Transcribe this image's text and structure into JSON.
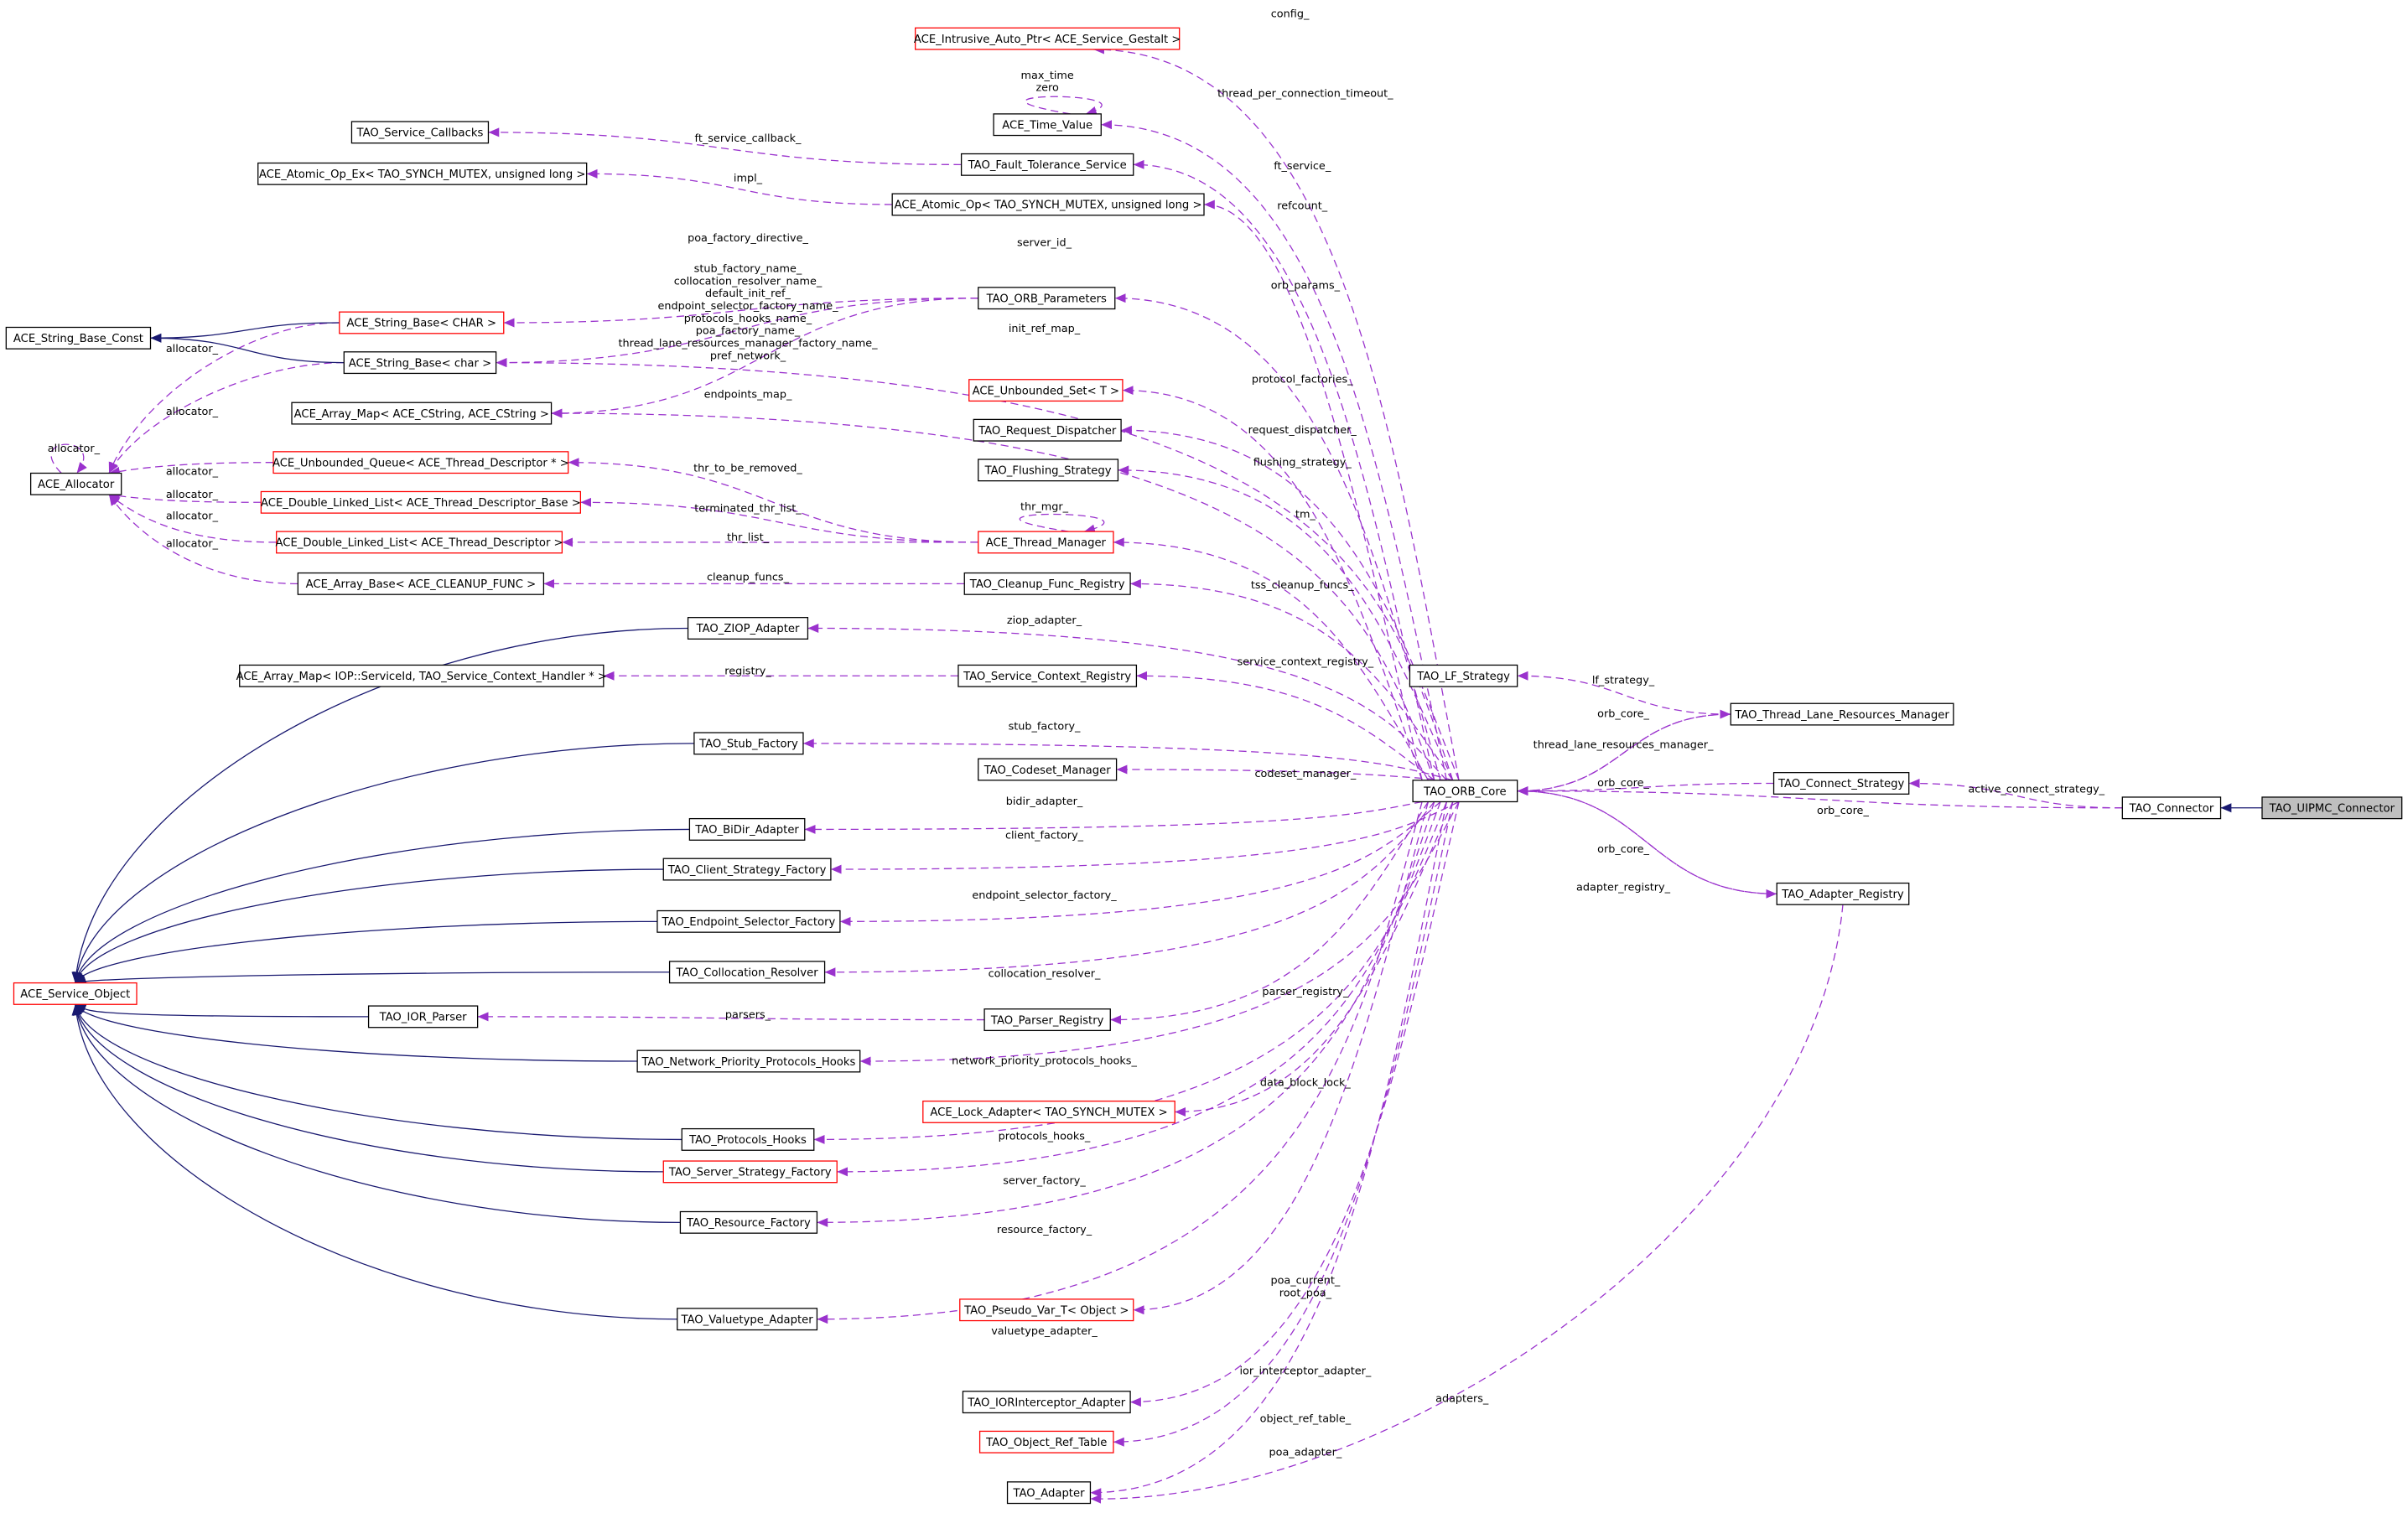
{
  "colors": {
    "usage_edge": "#9a32cd",
    "inheritance_edge": "#191970",
    "template_border": "#ff0000",
    "focus_fill": "#bfbfbf"
  },
  "nodes": {
    "intrusive": {
      "label": "ACE_Intrusive_Auto_Ptr< ACE_Service_Gestalt >",
      "border": "red"
    },
    "timeval": {
      "label": "ACE_Time_Value",
      "border": "black"
    },
    "svccb": {
      "label": "TAO_Service_Callbacks",
      "border": "black"
    },
    "ftsvc": {
      "label": "TAO_Fault_Tolerance_Service",
      "border": "black"
    },
    "atomicex": {
      "label": "ACE_Atomic_Op_Ex< TAO_SYNCH_MUTEX, unsigned long >",
      "border": "black"
    },
    "atomic": {
      "label": "ACE_Atomic_Op< TAO_SYNCH_MUTEX, unsigned long >",
      "border": "black"
    },
    "orbparams": {
      "label": "TAO_ORB_Parameters",
      "border": "black"
    },
    "strCHAR": {
      "label": "ACE_String_Base< CHAR >",
      "border": "red"
    },
    "strconst": {
      "label": "ACE_String_Base_Const",
      "border": "black"
    },
    "strchar": {
      "label": "ACE_String_Base< char >",
      "border": "black"
    },
    "uset": {
      "label": "ACE_Unbounded_Set< T >",
      "border": "red"
    },
    "amap": {
      "label": "ACE_Array_Map< ACE_CString, ACE_CString >",
      "border": "black"
    },
    "reqdisp": {
      "label": "TAO_Request_Dispatcher",
      "border": "black"
    },
    "uqueue": {
      "label": "ACE_Unbounded_Queue< ACE_Thread_Descriptor * >",
      "border": "red"
    },
    "flush": {
      "label": "TAO_Flushing_Strategy",
      "border": "black"
    },
    "alloc": {
      "label": "ACE_Allocator",
      "border": "black"
    },
    "dllbase": {
      "label": "ACE_Double_Linked_List< ACE_Thread_Descriptor_Base >",
      "border": "red"
    },
    "thrmgr": {
      "label": "ACE_Thread_Manager",
      "border": "red"
    },
    "dlldesc": {
      "label": "ACE_Double_Linked_List< ACE_Thread_Descriptor >",
      "border": "red"
    },
    "abase": {
      "label": "ACE_Array_Base< ACE_CLEANUP_FUNC >",
      "border": "black"
    },
    "cleanup": {
      "label": "TAO_Cleanup_Func_Registry",
      "border": "black"
    },
    "ziop": {
      "label": "TAO_ZIOP_Adapter",
      "border": "black"
    },
    "amapiop": {
      "label": "ACE_Array_Map< IOP::ServiceId, TAO_Service_Context_Handler * >",
      "border": "black"
    },
    "scr": {
      "label": "TAO_Service_Context_Registry",
      "border": "black"
    },
    "lf": {
      "label": "TAO_LF_Strategy",
      "border": "black"
    },
    "tlrm": {
      "label": "TAO_Thread_Lane_Resources_Manager",
      "border": "black"
    },
    "stubf": {
      "label": "TAO_Stub_Factory",
      "border": "black"
    },
    "codeset": {
      "label": "TAO_Codeset_Manager",
      "border": "black"
    },
    "core": {
      "label": "TAO_ORB_Core",
      "border": "black"
    },
    "connstrat": {
      "label": "TAO_Connect_Strategy",
      "border": "black"
    },
    "connector": {
      "label": "TAO_Connector",
      "border": "black"
    },
    "uipmc": {
      "label": "TAO_UIPMC_Connector",
      "border": "focus"
    },
    "bidir": {
      "label": "TAO_BiDir_Adapter",
      "border": "black"
    },
    "csf": {
      "label": "TAO_Client_Strategy_Factory",
      "border": "black"
    },
    "adreg": {
      "label": "TAO_Adapter_Registry",
      "border": "black"
    },
    "esf": {
      "label": "TAO_Endpoint_Selector_Factory",
      "border": "black"
    },
    "colloc": {
      "label": "TAO_Collocation_Resolver",
      "border": "black"
    },
    "svcobj": {
      "label": "ACE_Service_Object",
      "border": "red"
    },
    "iorp": {
      "label": "TAO_IOR_Parser",
      "border": "black"
    },
    "parsreg": {
      "label": "TAO_Parser_Registry",
      "border": "black"
    },
    "nph": {
      "label": "TAO_Network_Priority_Protocols_Hooks",
      "border": "black"
    },
    "lock": {
      "label": "ACE_Lock_Adapter< TAO_SYNCH_MUTEX >",
      "border": "red"
    },
    "ph": {
      "label": "TAO_Protocols_Hooks",
      "border": "black"
    },
    "ssf": {
      "label": "TAO_Server_Strategy_Factory",
      "border": "red"
    },
    "resf": {
      "label": "TAO_Resource_Factory",
      "border": "black"
    },
    "pseudo": {
      "label": "TAO_Pseudo_Var_T< Object >",
      "border": "red"
    },
    "valt": {
      "label": "TAO_Valuetype_Adapter",
      "border": "black"
    },
    "iori": {
      "label": "TAO_IORInterceptor_Adapter",
      "border": "black"
    },
    "ort": {
      "label": "TAO_Object_Ref_Table",
      "border": "red"
    },
    "adapter": {
      "label": "TAO_Adapter",
      "border": "black"
    }
  },
  "edges": [
    {
      "from": "core",
      "to": "intrusive",
      "kind": "use",
      "labels": [
        "config_"
      ]
    },
    {
      "from": "timeval",
      "to": "timeval",
      "kind": "use",
      "labels": [
        "max_time",
        "zero"
      ]
    },
    {
      "from": "core",
      "to": "timeval",
      "kind": "use",
      "labels": [
        "thread_per_connection_timeout_"
      ]
    },
    {
      "from": "ftsvc",
      "to": "svccb",
      "kind": "use",
      "labels": [
        "ft_service_callback_"
      ]
    },
    {
      "from": "core",
      "to": "ftsvc",
      "kind": "use",
      "labels": [
        "ft_service_"
      ]
    },
    {
      "from": "atomic",
      "to": "atomicex",
      "kind": "use",
      "labels": [
        "impl_"
      ]
    },
    {
      "from": "core",
      "to": "atomic",
      "kind": "use",
      "labels": [
        "refcount_"
      ]
    },
    {
      "from": "orbparams",
      "to": "strCHAR",
      "kind": "use",
      "labels": [
        "poa_factory_directive_"
      ]
    },
    {
      "from": "core",
      "to": "strchar",
      "kind": "use",
      "labels": [
        "server_id_"
      ]
    },
    {
      "from": "orbparams",
      "to": "strchar",
      "kind": "use",
      "labels": [
        "stub_factory_name_",
        "collocation_resolver_name_",
        "default_init_ref_",
        "endpoint_selector_factory_name_",
        "protocols_hooks_name_",
        "poa_factory_name_",
        "thread_lane_resources_manager_factory_name_",
        "pref_network_"
      ]
    },
    {
      "from": "core",
      "to": "orbparams",
      "kind": "use",
      "labels": [
        "orb_params_"
      ]
    },
    {
      "from": "core",
      "to": "amap",
      "kind": "use",
      "labels": [
        "init_ref_map_"
      ]
    },
    {
      "from": "orbparams",
      "to": "amap",
      "kind": "use",
      "labels": [
        "endpoints_map_"
      ]
    },
    {
      "from": "core",
      "to": "uset",
      "kind": "use",
      "labels": [
        "protocol_factories_"
      ]
    },
    {
      "from": "core",
      "to": "reqdisp",
      "kind": "use",
      "labels": [
        "request_dispatcher_"
      ]
    },
    {
      "from": "core",
      "to": "flush",
      "kind": "use",
      "labels": [
        "flushing_strategy_"
      ]
    },
    {
      "from": "strCHAR",
      "to": "alloc",
      "kind": "use",
      "labels": [
        "allocator_"
      ]
    },
    {
      "from": "strchar",
      "to": "alloc",
      "kind": "use",
      "labels": [
        "allocator_"
      ]
    },
    {
      "from": "alloc",
      "to": "alloc",
      "kind": "use",
      "labels": [
        "allocator_"
      ]
    },
    {
      "from": "uqueue",
      "to": "alloc",
      "kind": "use",
      "labels": [
        "allocator_"
      ]
    },
    {
      "from": "dllbase",
      "to": "alloc",
      "kind": "use",
      "labels": [
        "allocator_"
      ]
    },
    {
      "from": "dlldesc",
      "to": "alloc",
      "kind": "use",
      "labels": [
        "allocator_"
      ]
    },
    {
      "from": "abase",
      "to": "alloc",
      "kind": "use",
      "labels": [
        "allocator_"
      ]
    },
    {
      "from": "thrmgr",
      "to": "uqueue",
      "kind": "use",
      "labels": [
        "thr_to_be_removed_"
      ]
    },
    {
      "from": "thrmgr",
      "to": "thrmgr",
      "kind": "use",
      "labels": [
        "thr_mgr_"
      ]
    },
    {
      "from": "thrmgr",
      "to": "dllbase",
      "kind": "use",
      "labels": [
        "terminated_thr_list_"
      ]
    },
    {
      "from": "core",
      "to": "thrmgr",
      "kind": "use",
      "labels": [
        "tm_"
      ]
    },
    {
      "from": "thrmgr",
      "to": "dlldesc",
      "kind": "use",
      "labels": [
        "thr_list_"
      ]
    },
    {
      "from": "cleanup",
      "to": "abase",
      "kind": "use",
      "labels": [
        "cleanup_funcs_"
      ]
    },
    {
      "from": "core",
      "to": "cleanup",
      "kind": "use",
      "labels": [
        "tss_cleanup_funcs_"
      ]
    },
    {
      "from": "core",
      "to": "ziop",
      "kind": "use",
      "labels": [
        "ziop_adapter_"
      ]
    },
    {
      "from": "scr",
      "to": "amapiop",
      "kind": "use",
      "labels": [
        "registry_"
      ]
    },
    {
      "from": "core",
      "to": "scr",
      "kind": "use",
      "labels": [
        "service_context_registry_"
      ]
    },
    {
      "from": "tlrm",
      "to": "lf",
      "kind": "use",
      "labels": [
        "lf_strategy_"
      ]
    },
    {
      "from": "tlrm",
      "to": "core",
      "kind": "use",
      "labels": [
        "orb_core_"
      ]
    },
    {
      "from": "core",
      "to": "tlrm",
      "kind": "use",
      "labels": [
        "thread_lane_resources_manager_"
      ]
    },
    {
      "from": "core",
      "to": "stubf",
      "kind": "use",
      "labels": [
        "stub_factory_"
      ]
    },
    {
      "from": "core",
      "to": "codeset",
      "kind": "use",
      "labels": [
        "codeset_manager_"
      ]
    },
    {
      "from": "connstrat",
      "to": "core",
      "kind": "use",
      "labels": [
        "orb_core_"
      ]
    },
    {
      "from": "connector",
      "to": "connstrat",
      "kind": "use",
      "labels": [
        "active_connect_strategy_"
      ]
    },
    {
      "from": "connector",
      "to": "core",
      "kind": "use",
      "labels": [
        "orb_core_"
      ]
    },
    {
      "from": "core",
      "to": "bidir",
      "kind": "use",
      "labels": [
        "bidir_adapter_"
      ]
    },
    {
      "from": "core",
      "to": "csf",
      "kind": "use",
      "labels": [
        "client_factory_"
      ]
    },
    {
      "from": "adreg",
      "to": "core",
      "kind": "use",
      "labels": [
        "orb_core_"
      ]
    },
    {
      "from": "core",
      "to": "adreg",
      "kind": "use",
      "labels": [
        "adapter_registry_"
      ]
    },
    {
      "from": "core",
      "to": "esf",
      "kind": "use",
      "labels": [
        "endpoint_selector_factory_"
      ]
    },
    {
      "from": "core",
      "to": "colloc",
      "kind": "use",
      "labels": [
        "collocation_resolver_"
      ]
    },
    {
      "from": "core",
      "to": "parsreg",
      "kind": "use",
      "labels": [
        "parser_registry_"
      ]
    },
    {
      "from": "parsreg",
      "to": "iorp",
      "kind": "use",
      "labels": [
        "parsers_"
      ]
    },
    {
      "from": "core",
      "to": "nph",
      "kind": "use",
      "labels": [
        "network_priority_protocols_hooks_"
      ]
    },
    {
      "from": "core",
      "to": "lock",
      "kind": "use",
      "labels": [
        "data_block_lock_"
      ]
    },
    {
      "from": "core",
      "to": "ph",
      "kind": "use",
      "labels": [
        "protocols_hooks_"
      ]
    },
    {
      "from": "core",
      "to": "ssf",
      "kind": "use",
      "labels": [
        "server_factory_"
      ]
    },
    {
      "from": "core",
      "to": "resf",
      "kind": "use",
      "labels": [
        "resource_factory_"
      ]
    },
    {
      "from": "core",
      "to": "pseudo",
      "kind": "use",
      "labels": [
        "poa_current_",
        "root_poa_"
      ]
    },
    {
      "from": "core",
      "to": "valt",
      "kind": "use",
      "labels": [
        "valuetype_adapter_"
      ]
    },
    {
      "from": "core",
      "to": "iori",
      "kind": "use",
      "labels": [
        "ior_interceptor_adapter_"
      ]
    },
    {
      "from": "core",
      "to": "ort",
      "kind": "use",
      "labels": [
        "object_ref_table_"
      ]
    },
    {
      "from": "core",
      "to": "adapter",
      "kind": "use",
      "labels": [
        "poa_adapter_"
      ]
    },
    {
      "from": "adreg",
      "to": "adapter",
      "kind": "use",
      "labels": [
        "adapters_"
      ]
    },
    {
      "from": "strCHAR",
      "to": "strconst",
      "kind": "inherit",
      "labels": []
    },
    {
      "from": "strchar",
      "to": "strconst",
      "kind": "inherit",
      "labels": []
    },
    {
      "from": "uipmc",
      "to": "connector",
      "kind": "inherit",
      "labels": []
    },
    {
      "from": "ziop",
      "to": "svcobj",
      "kind": "inherit",
      "labels": []
    },
    {
      "from": "stubf",
      "to": "svcobj",
      "kind": "inherit",
      "labels": []
    },
    {
      "from": "bidir",
      "to": "svcobj",
      "kind": "inherit",
      "labels": []
    },
    {
      "from": "csf",
      "to": "svcobj",
      "kind": "inherit",
      "labels": []
    },
    {
      "from": "esf",
      "to": "svcobj",
      "kind": "inherit",
      "labels": []
    },
    {
      "from": "colloc",
      "to": "svcobj",
      "kind": "inherit",
      "labels": []
    },
    {
      "from": "iorp",
      "to": "svcobj",
      "kind": "inherit",
      "labels": []
    },
    {
      "from": "nph",
      "to": "svcobj",
      "kind": "inherit",
      "labels": []
    },
    {
      "from": "ph",
      "to": "svcobj",
      "kind": "inherit",
      "labels": []
    },
    {
      "from": "ssf",
      "to": "svcobj",
      "kind": "inherit",
      "labels": []
    },
    {
      "from": "resf",
      "to": "svcobj",
      "kind": "inherit",
      "labels": []
    },
    {
      "from": "valt",
      "to": "svcobj",
      "kind": "inherit",
      "labels": []
    }
  ]
}
